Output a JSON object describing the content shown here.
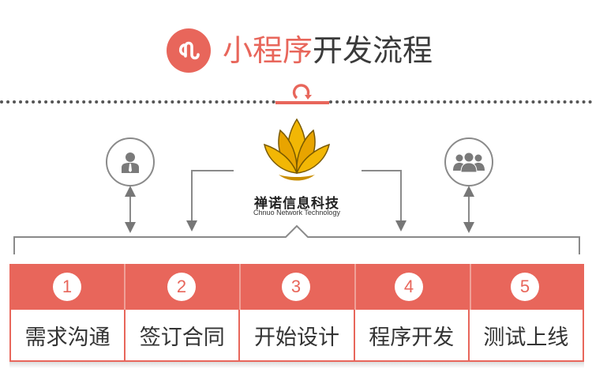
{
  "title": {
    "accent_text": "小程序",
    "rest_text": "开发流程",
    "icon": "mini-program-link-icon"
  },
  "icons": {
    "left": "client-person-icon",
    "right": "team-group-icon",
    "top_mark": "cycle-arrow-icon"
  },
  "company": {
    "name_cn": "禅诺信息科技",
    "name_en": "Chnuo Network Technology",
    "logo": "lotus-logo-icon"
  },
  "steps": [
    {
      "number": "1",
      "label": "需求沟通"
    },
    {
      "number": "2",
      "label": "签订合同"
    },
    {
      "number": "3",
      "label": "开始设计"
    },
    {
      "number": "4",
      "label": "程序开发"
    },
    {
      "number": "5",
      "label": "测试上线"
    }
  ],
  "colors": {
    "accent": "#e8665b",
    "line": "#8a8a8a",
    "logo_gold": "#f2b705"
  }
}
